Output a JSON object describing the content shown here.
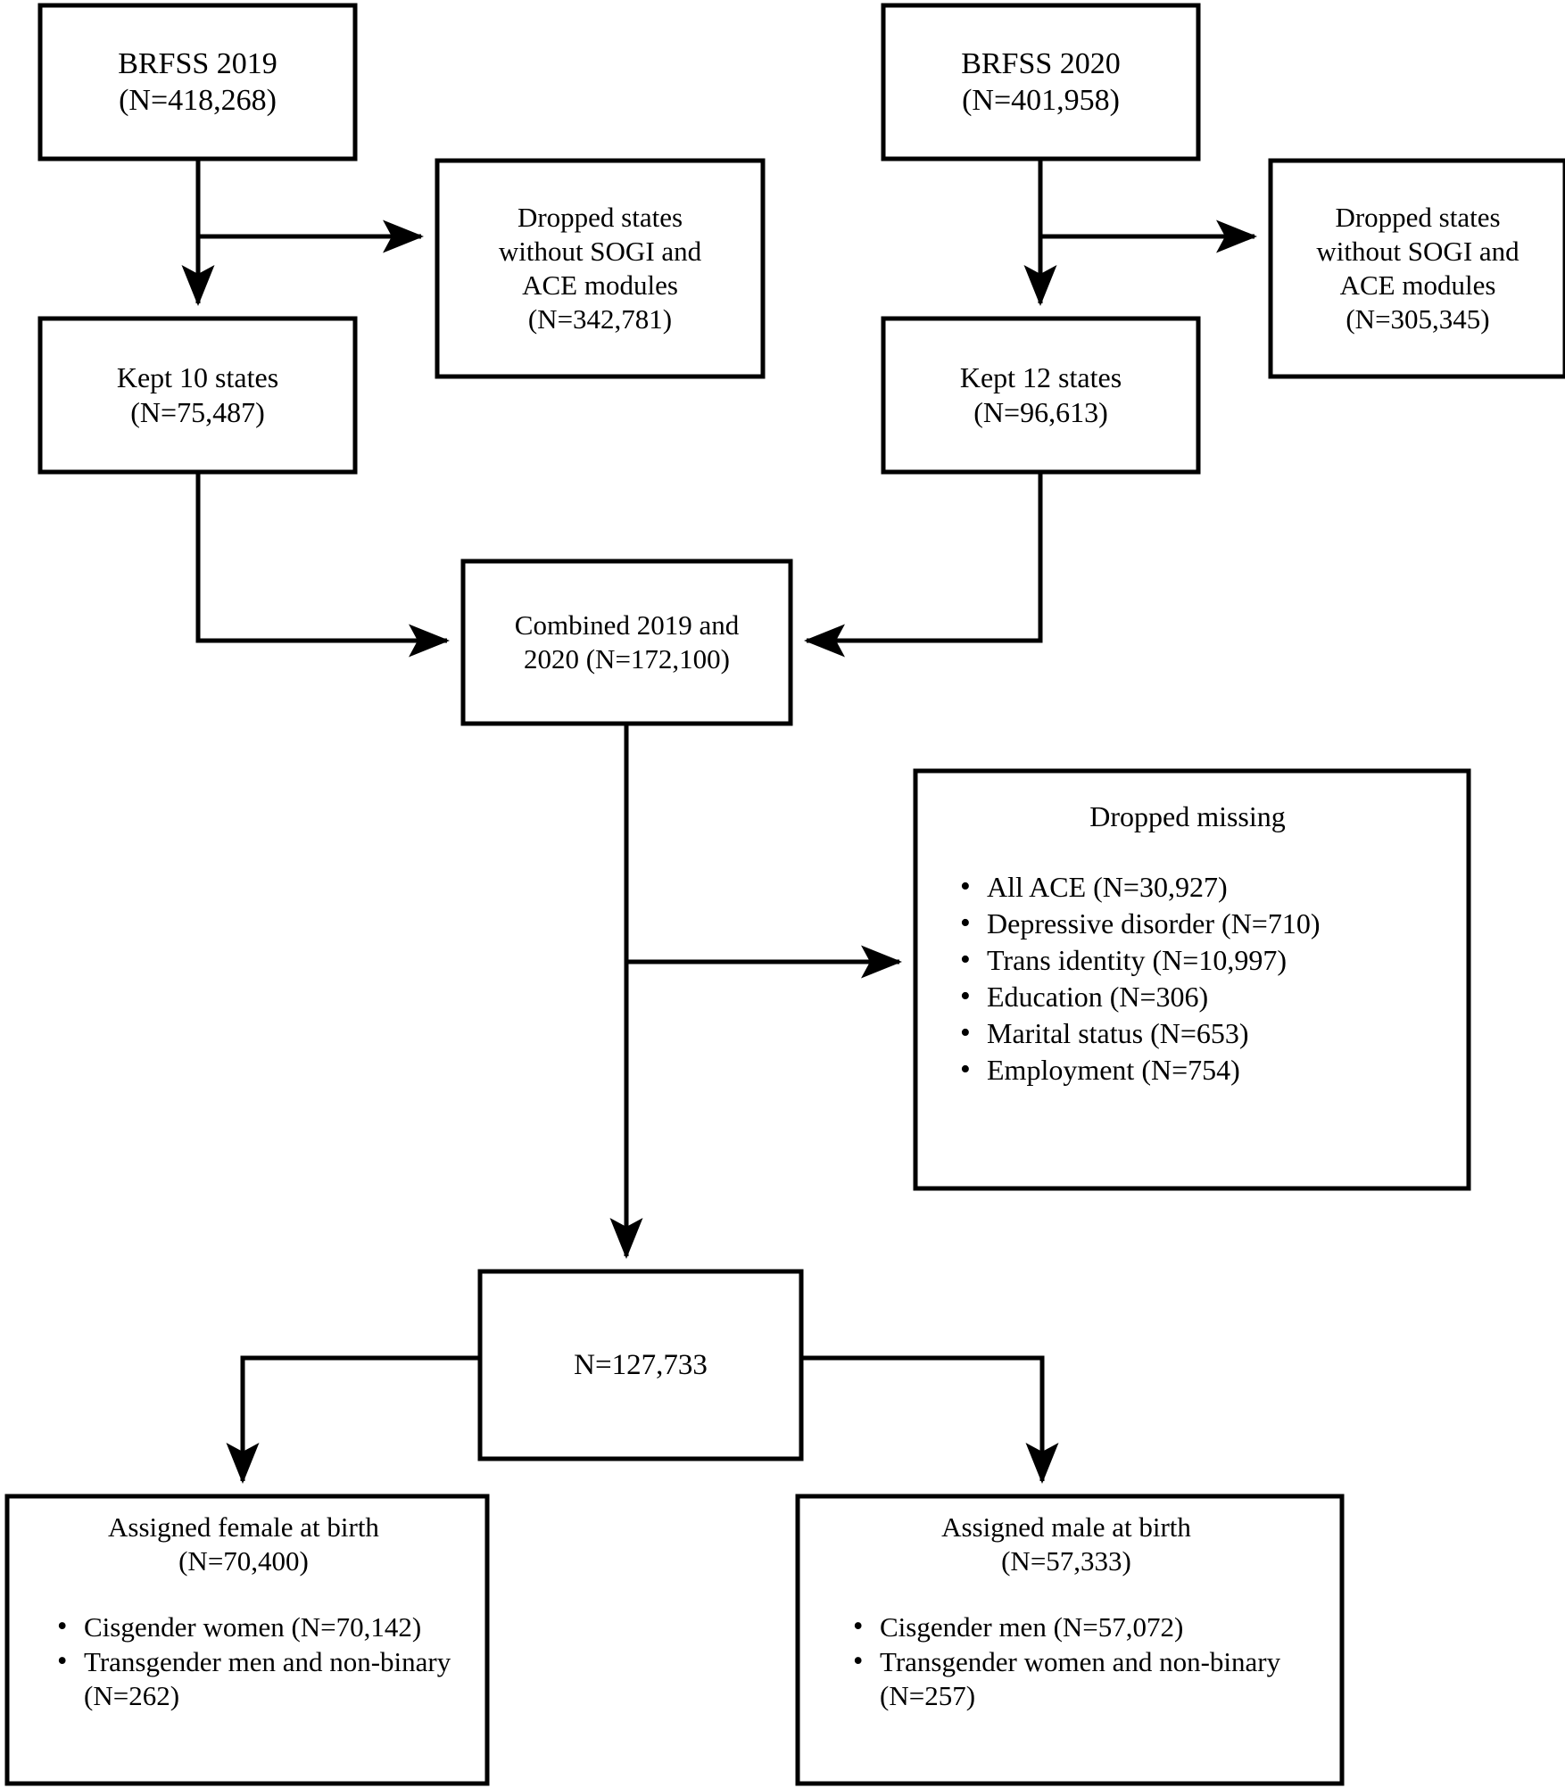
{
  "diagram": {
    "title": "BRFSS 2019-2020 sample selection flowchart",
    "stroke_color": "#000000",
    "background_color": "#ffffff",
    "nodes": {
      "brfss_2019": {
        "line1": "BRFSS 2019",
        "line2": "(N=418,268)"
      },
      "dropped_states_2019": {
        "line1": "Dropped states",
        "line2": "without SOGI and",
        "line3": "ACE modules",
        "line4": "(N=342,781)"
      },
      "kept_states_2019": {
        "line1": "Kept 10 states",
        "line2": "(N=75,487)"
      },
      "brfss_2020": {
        "line1": "BRFSS 2020",
        "line2": "(N=401,958)"
      },
      "dropped_states_2020": {
        "line1": "Dropped states",
        "line2": "without SOGI and",
        "line3": "ACE modules",
        "line4": "(N=305,345)"
      },
      "kept_states_2020": {
        "line1": "Kept 12 states",
        "line2": "(N=96,613)"
      },
      "combined": {
        "line1": "Combined 2019 and",
        "line2": "2020 (N=172,100)"
      },
      "dropped_missing": {
        "title": "Dropped missing",
        "items": [
          "All ACE (N=30,927)",
          "Depressive disorder (N=710)",
          "Trans identity (N=10,997)",
          "Education (N=306)",
          "Marital status (N=653)",
          "Employment (N=754)"
        ]
      },
      "analytic_sample": {
        "line1": "N=127,733"
      },
      "assigned_female": {
        "line1": "Assigned female at birth",
        "line2": "(N=70,400)",
        "items": [
          "Cisgender women (N=70,142)",
          "Transgender men and non-binary (N=262)"
        ]
      },
      "assigned_male": {
        "line1": "Assigned male at birth",
        "line2": "(N=57,333)",
        "items": [
          "Cisgender men (N=57,072)",
          "Transgender women and non-binary (N=257)"
        ]
      }
    }
  }
}
